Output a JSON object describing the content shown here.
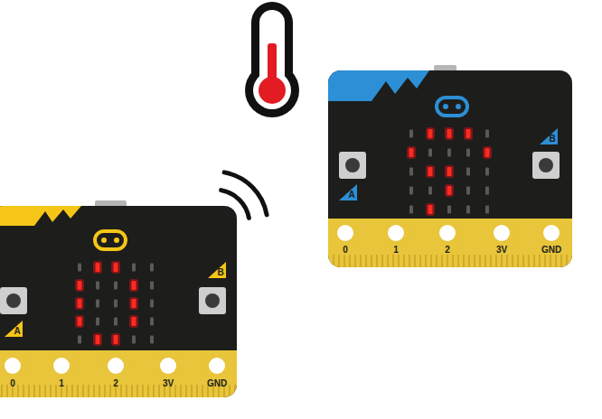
{
  "diagram": {
    "nodes": [
      {
        "text": [
          "B",
          "A",
          "0",
          "1",
          "2",
          "3V",
          "GND"
        ]
      },
      {
        "text": [
          "B",
          "A",
          "0",
          "1",
          "2",
          "3V",
          "GND"
        ]
      }
    ]
  }
}
